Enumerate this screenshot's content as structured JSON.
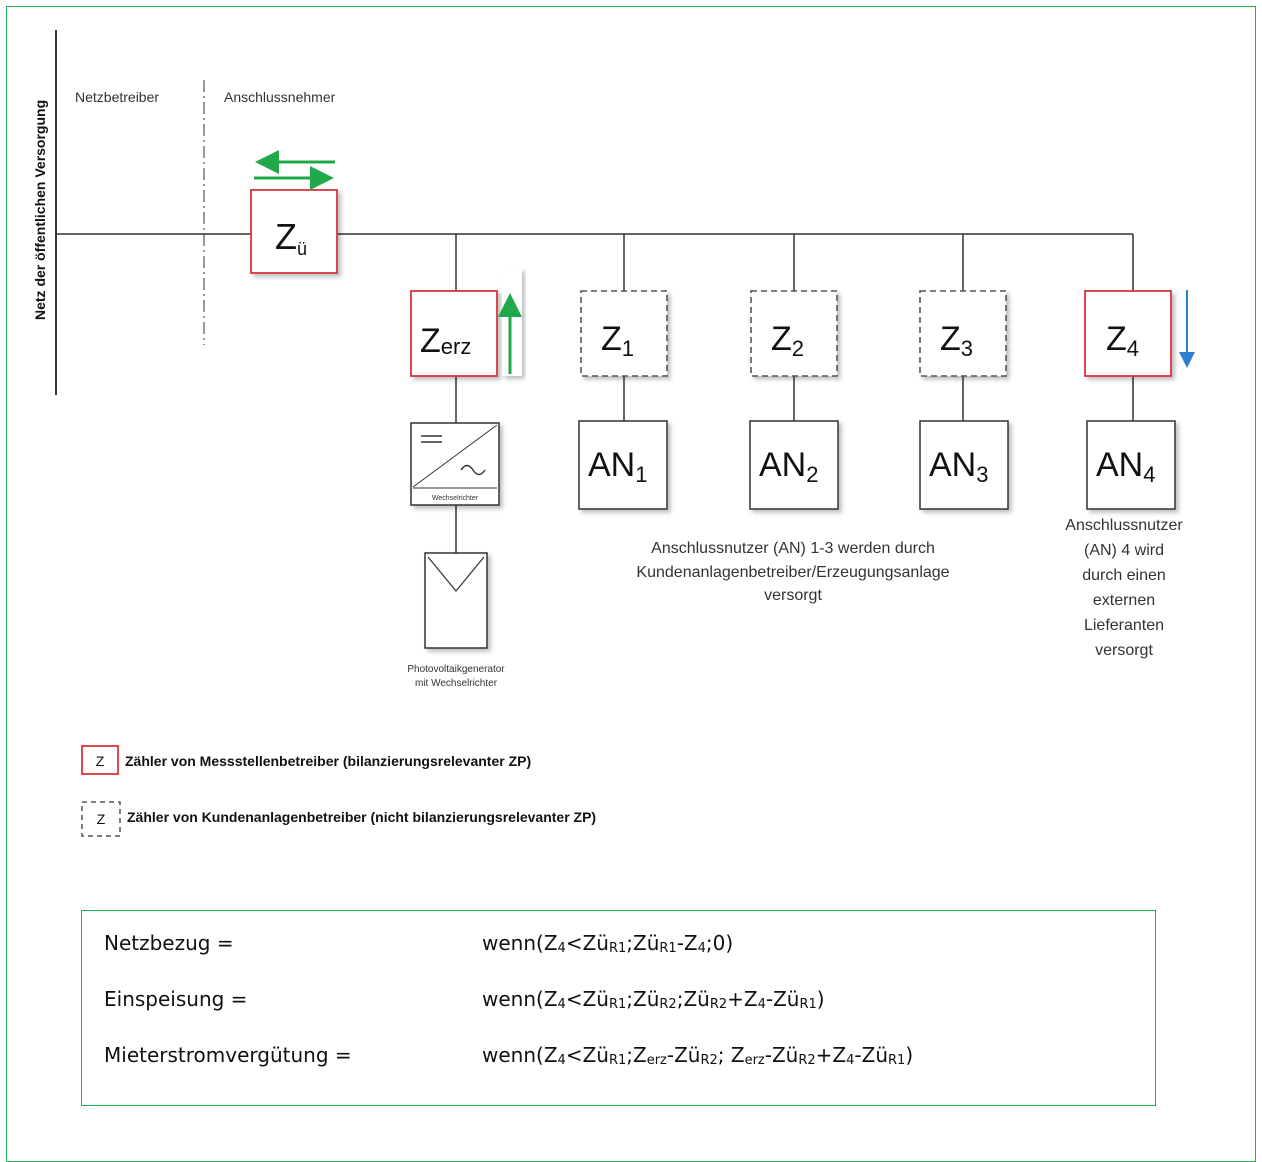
{
  "sections": {
    "vertical": "Netz der öffentlichen Versorgung",
    "left": "Netzbetreiber",
    "right": "Anschlussnehmer"
  },
  "meters": {
    "zu": {
      "main": "Z",
      "sub": "ü"
    },
    "zerz": {
      "main": "Z",
      "sub": "erz"
    },
    "z1": {
      "main": "Z",
      "sub": "1"
    },
    "z2": {
      "main": "Z",
      "sub": "2"
    },
    "z3": {
      "main": "Z",
      "sub": "3"
    },
    "z4": {
      "main": "Z",
      "sub": "4"
    }
  },
  "consumers": {
    "an1": {
      "main": "AN",
      "sub": "1"
    },
    "an2": {
      "main": "AN",
      "sub": "2"
    },
    "an3": {
      "main": "AN",
      "sub": "3"
    },
    "an4": {
      "main": "AN",
      "sub": "4"
    }
  },
  "inverter_label": "Wechselrichter",
  "pv_label": [
    "Photovoltaikgenerator",
    "mit Wechselrichter"
  ],
  "caption_an13": [
    "Anschlussnutzer (AN) 1-3 werden durch",
    "Kundenanlagenbetreiber/Erzeugungsanlage",
    "versorgt"
  ],
  "caption_an4": [
    "Anschlussnutzer",
    "(AN) 4 wird",
    "durch einen",
    "externen",
    "Lieferanten",
    "versorgt"
  ],
  "legend": {
    "symbol": "Z",
    "red": "Zähler von Messstellenbetreiber (bilanzierungsrelevanter ZP)",
    "dashed": "Zähler von Kundenanlagenbetreiber (nicht bilanzierungsrelevanter ZP)"
  },
  "formulas": [
    {
      "label": "Netzbezug =",
      "parts": [
        [
          "Z",
          ""
        ],
        [
          "4",
          "s"
        ],
        [
          "<Zü",
          ""
        ],
        [
          "R1",
          "s"
        ],
        [
          ";Zü",
          ""
        ],
        [
          "R1",
          "s"
        ],
        [
          "-Z",
          ""
        ],
        [
          "4",
          "s"
        ],
        [
          ";0)",
          ""
        ]
      ],
      "prefix": "wenn("
    },
    {
      "label": "Einspeisung =",
      "parts": [
        [
          "Z",
          ""
        ],
        [
          "4",
          "s"
        ],
        [
          "<Zü",
          ""
        ],
        [
          "R1",
          "s"
        ],
        [
          ";Zü",
          ""
        ],
        [
          "R2",
          "s"
        ],
        [
          ";Zü",
          ""
        ],
        [
          "R2",
          "s"
        ],
        [
          "+Z",
          ""
        ],
        [
          "4",
          "s"
        ],
        [
          "-Zü",
          ""
        ],
        [
          "R1",
          "s"
        ],
        [
          ")",
          ""
        ]
      ],
      "prefix": "wenn("
    },
    {
      "label": "Mieterstromvergütung =",
      "parts": [
        [
          "Z",
          ""
        ],
        [
          "4",
          "s"
        ],
        [
          "<Zü",
          ""
        ],
        [
          "R1",
          "s"
        ],
        [
          ";Z",
          ""
        ],
        [
          "erz",
          "s"
        ],
        [
          "-Zü",
          ""
        ],
        [
          "R2",
          "s"
        ],
        [
          "; Z",
          ""
        ],
        [
          "erz",
          "s"
        ],
        [
          "-Zü",
          ""
        ],
        [
          "R2",
          "s"
        ],
        [
          "+Z",
          ""
        ],
        [
          "4",
          "s"
        ],
        [
          "-Zü",
          ""
        ],
        [
          "R1",
          "s"
        ],
        [
          ")",
          ""
        ]
      ],
      "prefix": "wenn("
    }
  ],
  "colors": {
    "frame": "#22b04a",
    "meter_red": "#d9363e",
    "arrow_green": "#21a84a",
    "arrow_blue": "#2f7fd0"
  }
}
